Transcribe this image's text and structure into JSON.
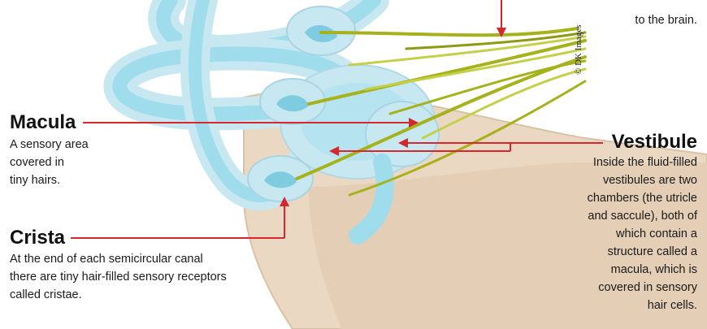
{
  "colors": {
    "pointer": "#d7262e",
    "fluid": "#9fdcec",
    "membrane": "#c8e8f1",
    "bone": "#ead8c2",
    "nerve": "#a6b21c"
  },
  "labels": {
    "top_right_text": "to the brain.",
    "credit": "© DK Images",
    "macula": {
      "title": "Macula",
      "text": "A sensory area\ncovered in\ntiny hairs."
    },
    "vestibule": {
      "title": "Vestibule",
      "text": "Inside the fluid-filled\nvestibules are two\nchambers (the utricle\nand saccule), both of\nwhich contain a\nstructure called a\nmacula, which is\ncovered in sensory\nhair cells."
    },
    "crista": {
      "title": "Crista",
      "text": "At the end of each semicircular canal\nthere are tiny hair-filled sensory receptors\ncalled cristae."
    }
  }
}
